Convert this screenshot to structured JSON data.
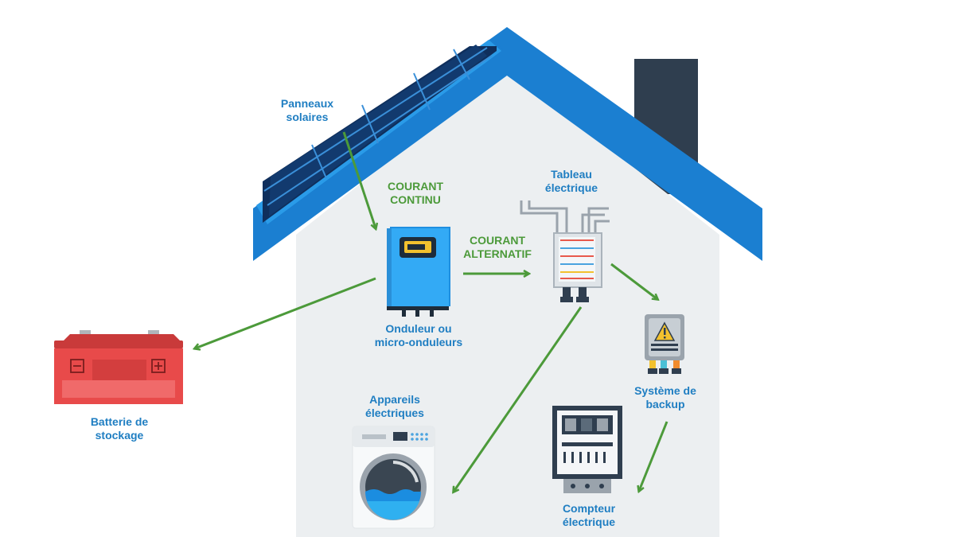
{
  "labels": {
    "solar_panels": [
      "Panneaux",
      "solaires"
    ],
    "direct_current": [
      "COURANT",
      "CONTINU"
    ],
    "alternating_current": [
      "COURANT",
      "ALTERNATIF"
    ],
    "electrical_panel": [
      "Tableau",
      "électrique"
    ],
    "inverter": [
      "Onduleur ou",
      "micro-onduleurs"
    ],
    "battery": [
      "Batterie de",
      "stockage"
    ],
    "appliances": [
      "Appareils",
      "électriques"
    ],
    "backup_system": [
      "Système de",
      "backup"
    ],
    "meter": [
      "Compteur",
      "électrique"
    ]
  },
  "colors": {
    "roof": "#1b7fd1",
    "wall": "#eceff1",
    "chimney": "#2f3e4f",
    "panel_cell": "#0f2f5c",
    "inverter": "#33aaf5",
    "battery": "#e84a4a",
    "arrow": "#4c9a3a",
    "label": "#1f7ec2"
  },
  "icons": {
    "battery_minus": "minus-icon",
    "battery_plus": "plus-icon",
    "backup_warning": "warning-icon"
  }
}
